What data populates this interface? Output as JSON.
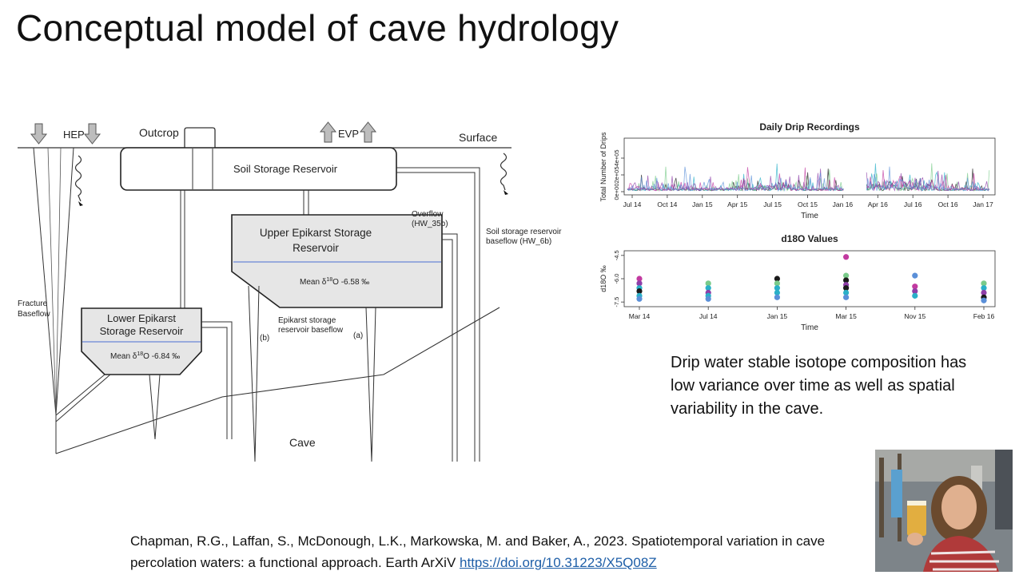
{
  "slide": {
    "title": "Conceptual model of cave hydrology"
  },
  "diagram": {
    "labels": {
      "hep": "HEP",
      "outcrop": "Outcrop",
      "evp": "EVP",
      "surface": "Surface",
      "soil_storage": "Soil Storage Reservoir",
      "overflow_1": "Overflow",
      "overflow_2": "(HW_35b)",
      "soil_baseflow_1": "Soil storage reservoir",
      "soil_baseflow_2": "baseflow (HW_6b)",
      "fracture_1": "Fracture",
      "fracture_2": "Baseflow",
      "epi_baseflow_1": "Epikarst storage",
      "epi_baseflow_2": "reservoir baseflow",
      "marker_b": "(b)",
      "marker_a": "(a)",
      "cave": "Cave"
    },
    "upper_epikarst": {
      "title_1": "Upper Epikarst Storage",
      "title_2": "Reservoir",
      "mean_prefix": "Mean δ",
      "mean_sup": "18",
      "mean_suffix": "O -6.58 ‰"
    },
    "lower_epikarst": {
      "title_1": "Lower Epikarst",
      "title_2": "Storage Reservoir",
      "mean_prefix": "Mean δ",
      "mean_sup": "18",
      "mean_suffix": "O -6.84 ‰"
    },
    "colors": {
      "fill": "#e6e6e6",
      "stroke": "#333333",
      "waterline": "#4a6fd1"
    }
  },
  "chart_data": [
    {
      "type": "line",
      "title": "Daily Drip Recordings",
      "xlabel": "Time",
      "ylabel": "Total Number of Drips",
      "x_ticks": [
        "Jul 14",
        "Oct 14",
        "Jan 15",
        "Apr 15",
        "Jul 15",
        "Oct 15",
        "Jan 16",
        "Apr 16",
        "Jul 16",
        "Oct 16",
        "Jan 17"
      ],
      "y_ticks": [
        "0e+00",
        "2e+05",
        "4e+05"
      ],
      "ylim": [
        0,
        600000
      ],
      "gap": [
        "Jan 16",
        "Mar 16"
      ],
      "series_colors": [
        "#1a1a1a",
        "#2ab0c8",
        "#7acb8a",
        "#8e3fa8",
        "#c23aa0",
        "#5a8fd8"
      ],
      "grid": false
    },
    {
      "type": "scatter",
      "title": "d18O Values",
      "xlabel": "Time",
      "ylabel": "d18O ‰",
      "categories": [
        "Mar 14",
        "Jul 14",
        "Jan 15",
        "Mar 15",
        "Nov 15",
        "Feb 16"
      ],
      "y_ticks": [
        "-4.5",
        "-6.0",
        "-7.5"
      ],
      "ylim": [
        -7.8,
        -4.2
      ],
      "points": [
        {
          "x": "Mar 14",
          "y": -6.0,
          "color": "#c23aa0"
        },
        {
          "x": "Mar 14",
          "y": -6.3,
          "color": "#8e3fa8"
        },
        {
          "x": "Mar 14",
          "y": -6.6,
          "color": "#2ab0c8"
        },
        {
          "x": "Mar 14",
          "y": -6.8,
          "color": "#1a1a1a"
        },
        {
          "x": "Mar 14",
          "y": -7.1,
          "color": "#2ab0c8"
        },
        {
          "x": "Mar 14",
          "y": -7.3,
          "color": "#5a8fd8"
        },
        {
          "x": "Jul 14",
          "y": -6.3,
          "color": "#7acb8a"
        },
        {
          "x": "Jul 14",
          "y": -6.6,
          "color": "#2ab0c8"
        },
        {
          "x": "Jul 14",
          "y": -6.9,
          "color": "#8e3fa8"
        },
        {
          "x": "Jul 14",
          "y": -7.1,
          "color": "#2ab0c8"
        },
        {
          "x": "Jul 14",
          "y": -7.3,
          "color": "#5a8fd8"
        },
        {
          "x": "Jan 15",
          "y": -6.0,
          "color": "#1a1a1a"
        },
        {
          "x": "Jan 15",
          "y": -6.3,
          "color": "#7acb8a"
        },
        {
          "x": "Jan 15",
          "y": -6.6,
          "color": "#2ab0c8"
        },
        {
          "x": "Jan 15",
          "y": -6.9,
          "color": "#2ab0c8"
        },
        {
          "x": "Jan 15",
          "y": -7.2,
          "color": "#5a8fd8"
        },
        {
          "x": "Mar 15",
          "y": -4.6,
          "color": "#c23aa0"
        },
        {
          "x": "Mar 15",
          "y": -5.8,
          "color": "#7acb8a"
        },
        {
          "x": "Mar 15",
          "y": -6.1,
          "color": "#1a1a1a"
        },
        {
          "x": "Mar 15",
          "y": -6.4,
          "color": "#8e3fa8"
        },
        {
          "x": "Mar 15",
          "y": -6.6,
          "color": "#1a1a1a"
        },
        {
          "x": "Mar 15",
          "y": -6.9,
          "color": "#2ab0c8"
        },
        {
          "x": "Mar 15",
          "y": -7.2,
          "color": "#5a8fd8"
        },
        {
          "x": "Nov 15",
          "y": -5.8,
          "color": "#5a8fd8"
        },
        {
          "x": "Nov 15",
          "y": -6.5,
          "color": "#c23aa0"
        },
        {
          "x": "Nov 15",
          "y": -6.8,
          "color": "#8e3fa8"
        },
        {
          "x": "Nov 15",
          "y": -7.1,
          "color": "#2ab0c8"
        },
        {
          "x": "Feb 16",
          "y": -6.3,
          "color": "#7acb8a"
        },
        {
          "x": "Feb 16",
          "y": -6.6,
          "color": "#2ab0c8"
        },
        {
          "x": "Feb 16",
          "y": -6.9,
          "color": "#8e3fa8"
        },
        {
          "x": "Feb 16",
          "y": -7.2,
          "color": "#1a1a1a"
        },
        {
          "x": "Feb 16",
          "y": -7.4,
          "color": "#5a8fd8"
        }
      ]
    }
  ],
  "summary": {
    "text": "Drip water stable isotope composition has low variance over time as well as spatial variability in the cave."
  },
  "citation": {
    "text": "Chapman, R.G., Laffan, S., McDonough, L.K., Markowska, M. and Baker, A., 2023. Spatiotemporal variation in cave percolation waters: a functional approach. Earth ArXiV ",
    "link": "https://doi.org/10.31223/X5Q08Z"
  }
}
